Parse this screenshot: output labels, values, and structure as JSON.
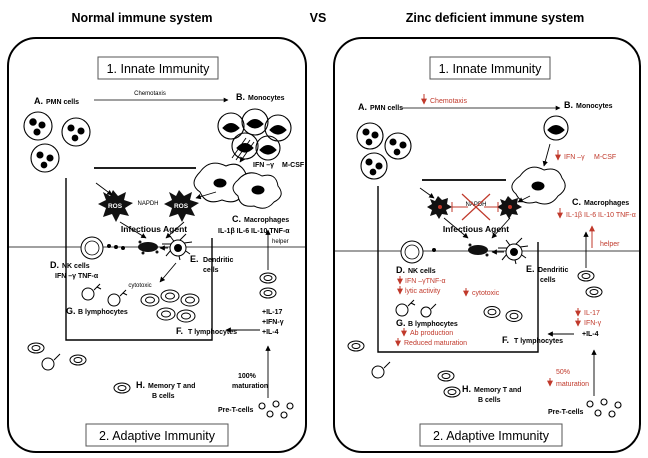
{
  "headers": {
    "left": "Normal immune system",
    "vs": "VS",
    "right": "Zinc deficient immune system"
  },
  "left": {
    "innate": "1. Innate Immunity",
    "adaptive": "2. Adaptive Immunity",
    "chemotaxis": "Chemotaxis",
    "a_letter": "A.",
    "a_label": "PMN cells",
    "b_letter": "B.",
    "b_label": "Monocytes",
    "ifn": "IFN –γ",
    "mcsf": "M-CSF",
    "c_letter": "C.",
    "c_label": "Macrophages",
    "c_cytokines": "IL-1β  IL-6  IL-10  TNF-α",
    "nadph": "NAPDH",
    "ros1": "ROS",
    "ros2": "ROS",
    "agent": "Infectious Agent",
    "helper": "helper",
    "d_letter": "D.",
    "d_label": "NK cells",
    "d_sub": "IFN –γ  TNF-α",
    "e_letter": "E.",
    "e_label1": "Dendritic",
    "e_label2": "cells",
    "cytotoxic": "cytotoxic",
    "g_letter": "G.",
    "g_label": "B lymphocytes",
    "f_letter": "F.",
    "f_label": "T lymphocytes",
    "il17": "+IL-17",
    "ifng": "+IFN-γ",
    "il4": "+IL-4",
    "mat1": "100%",
    "mat2": "maturation",
    "h_letter": "H.",
    "h_label1": "Memory T and",
    "h_label2": "B cells",
    "pret": "Pre-T-cells"
  },
  "right": {
    "innate": "1. Innate Immunity",
    "adaptive": "2. Adaptive Immunity",
    "chemotaxis": "Chemotaxis",
    "a_letter": "A.",
    "a_label": "PMN cells",
    "b_letter": "B.",
    "b_label": "Monocytes",
    "ifn": "IFN –γ",
    "mcsf": "M-CSF",
    "c_letter": "C.",
    "c_label": "Macrophages",
    "c_cytokines": "IL-1β  IL-6  IL-10  TNF-α",
    "nadph": "NAPDH",
    "agent": "Infectious Agent",
    "helper": "helper",
    "d_letter": "D.",
    "d_label": "NK cells",
    "d_sub": "IFN –γTNF-α",
    "d_lytic": "lytic activity",
    "e_letter": "E.",
    "e_label1": "Dendritic",
    "e_label2": "cells",
    "cytotoxic": "cytotoxic",
    "g_letter": "G.",
    "g_label": "B lymphocytes",
    "g_ab": "Ab production",
    "g_mat": "Reduced maturation",
    "f_letter": "F.",
    "f_label": "T lymphocytes",
    "il17": "IL-17",
    "ifng": "IFN-γ",
    "il4": "+IL-4",
    "mat1": "50%",
    "mat2": "maturation",
    "h_letter": "H.",
    "h_label1": "Memory T and",
    "h_label2": "B cells",
    "pret": "Pre-T-cells"
  },
  "colors": {
    "accent_red": "#c0392b",
    "ros_fill": "#111111"
  },
  "icons": [
    "ros-burst-icon",
    "pmn-cell-icon",
    "monocyte-icon",
    "macrophage-icon",
    "nk-cell-icon",
    "dendritic-cell-icon",
    "b-lymphocyte-icon",
    "t-lymphocyte-icon",
    "infectious-agent-icon"
  ]
}
